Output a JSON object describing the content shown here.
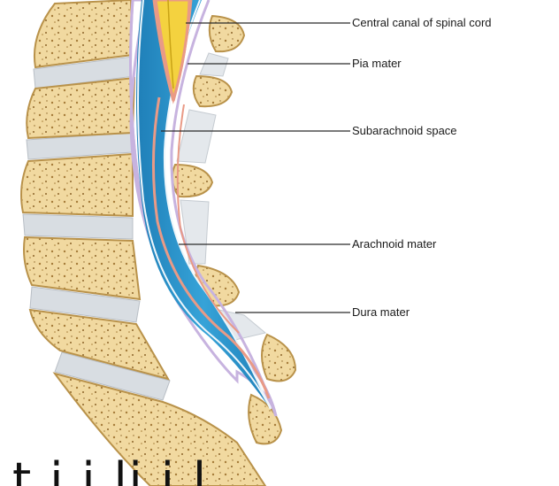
{
  "labels": {
    "central_canal": "Central canal of spinal cord",
    "pia_mater": "Pia mater",
    "subarachnoid_space": "Subarachnoid space",
    "arachnoid_mater": "Arachnoid mater",
    "dura_mater": "Dura mater"
  },
  "caption": "t   i   i   li   i   l",
  "colors": {
    "bone": "#f1d9a0",
    "bone_edge": "#b9924a",
    "disc": "#d8dde2",
    "csf": "#2a8fc7",
    "dura": "#c7b3df",
    "pia": "#e99a86",
    "cord": "#f4d23f",
    "leader_line": "#2b2b2b"
  }
}
